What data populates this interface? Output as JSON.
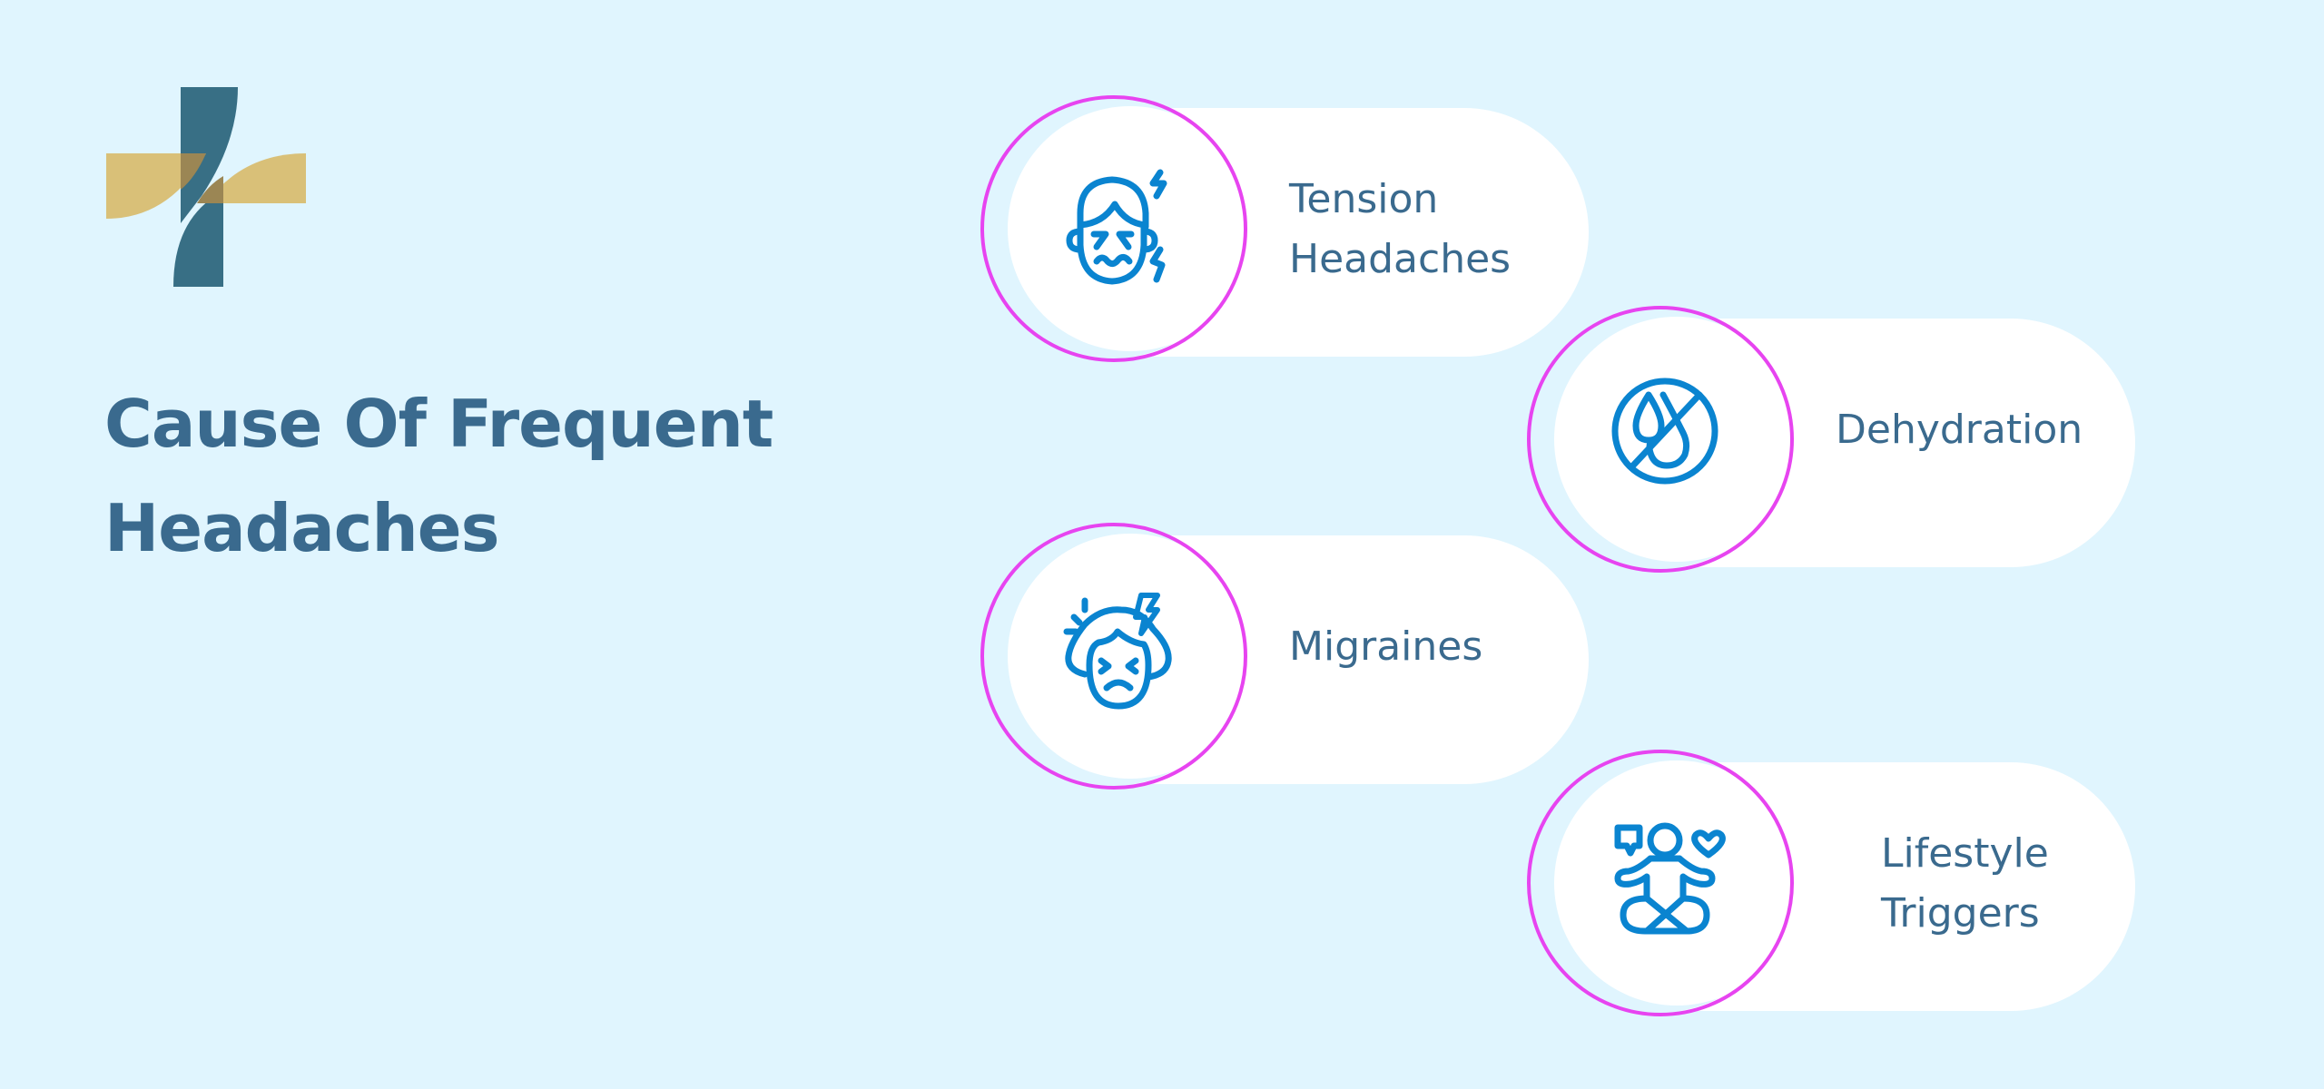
{
  "title": {
    "line1": "Cause Of Frequent",
    "line2": "Headaches"
  },
  "logo": {
    "name": "medical-cross-logo",
    "colors": {
      "teal": "#386f85",
      "gold": "#d8bb6c",
      "overlap": "#9b8654"
    }
  },
  "colors": {
    "background": "#e0f5fe",
    "pill": "#ffffff",
    "ring": "#e744f0",
    "icon": "#0a84d0",
    "text": "#3a6a8e"
  },
  "items": [
    {
      "icon": "stressed-face-icon",
      "line1": "Tension",
      "line2": "Headaches"
    },
    {
      "icon": "no-water-icon",
      "line1": "Dehydration",
      "line2": ""
    },
    {
      "icon": "migraine-head-icon",
      "line1": "Migraines",
      "line2": ""
    },
    {
      "icon": "meditation-icon",
      "line1": "Lifestyle",
      "line2": "Triggers"
    }
  ]
}
